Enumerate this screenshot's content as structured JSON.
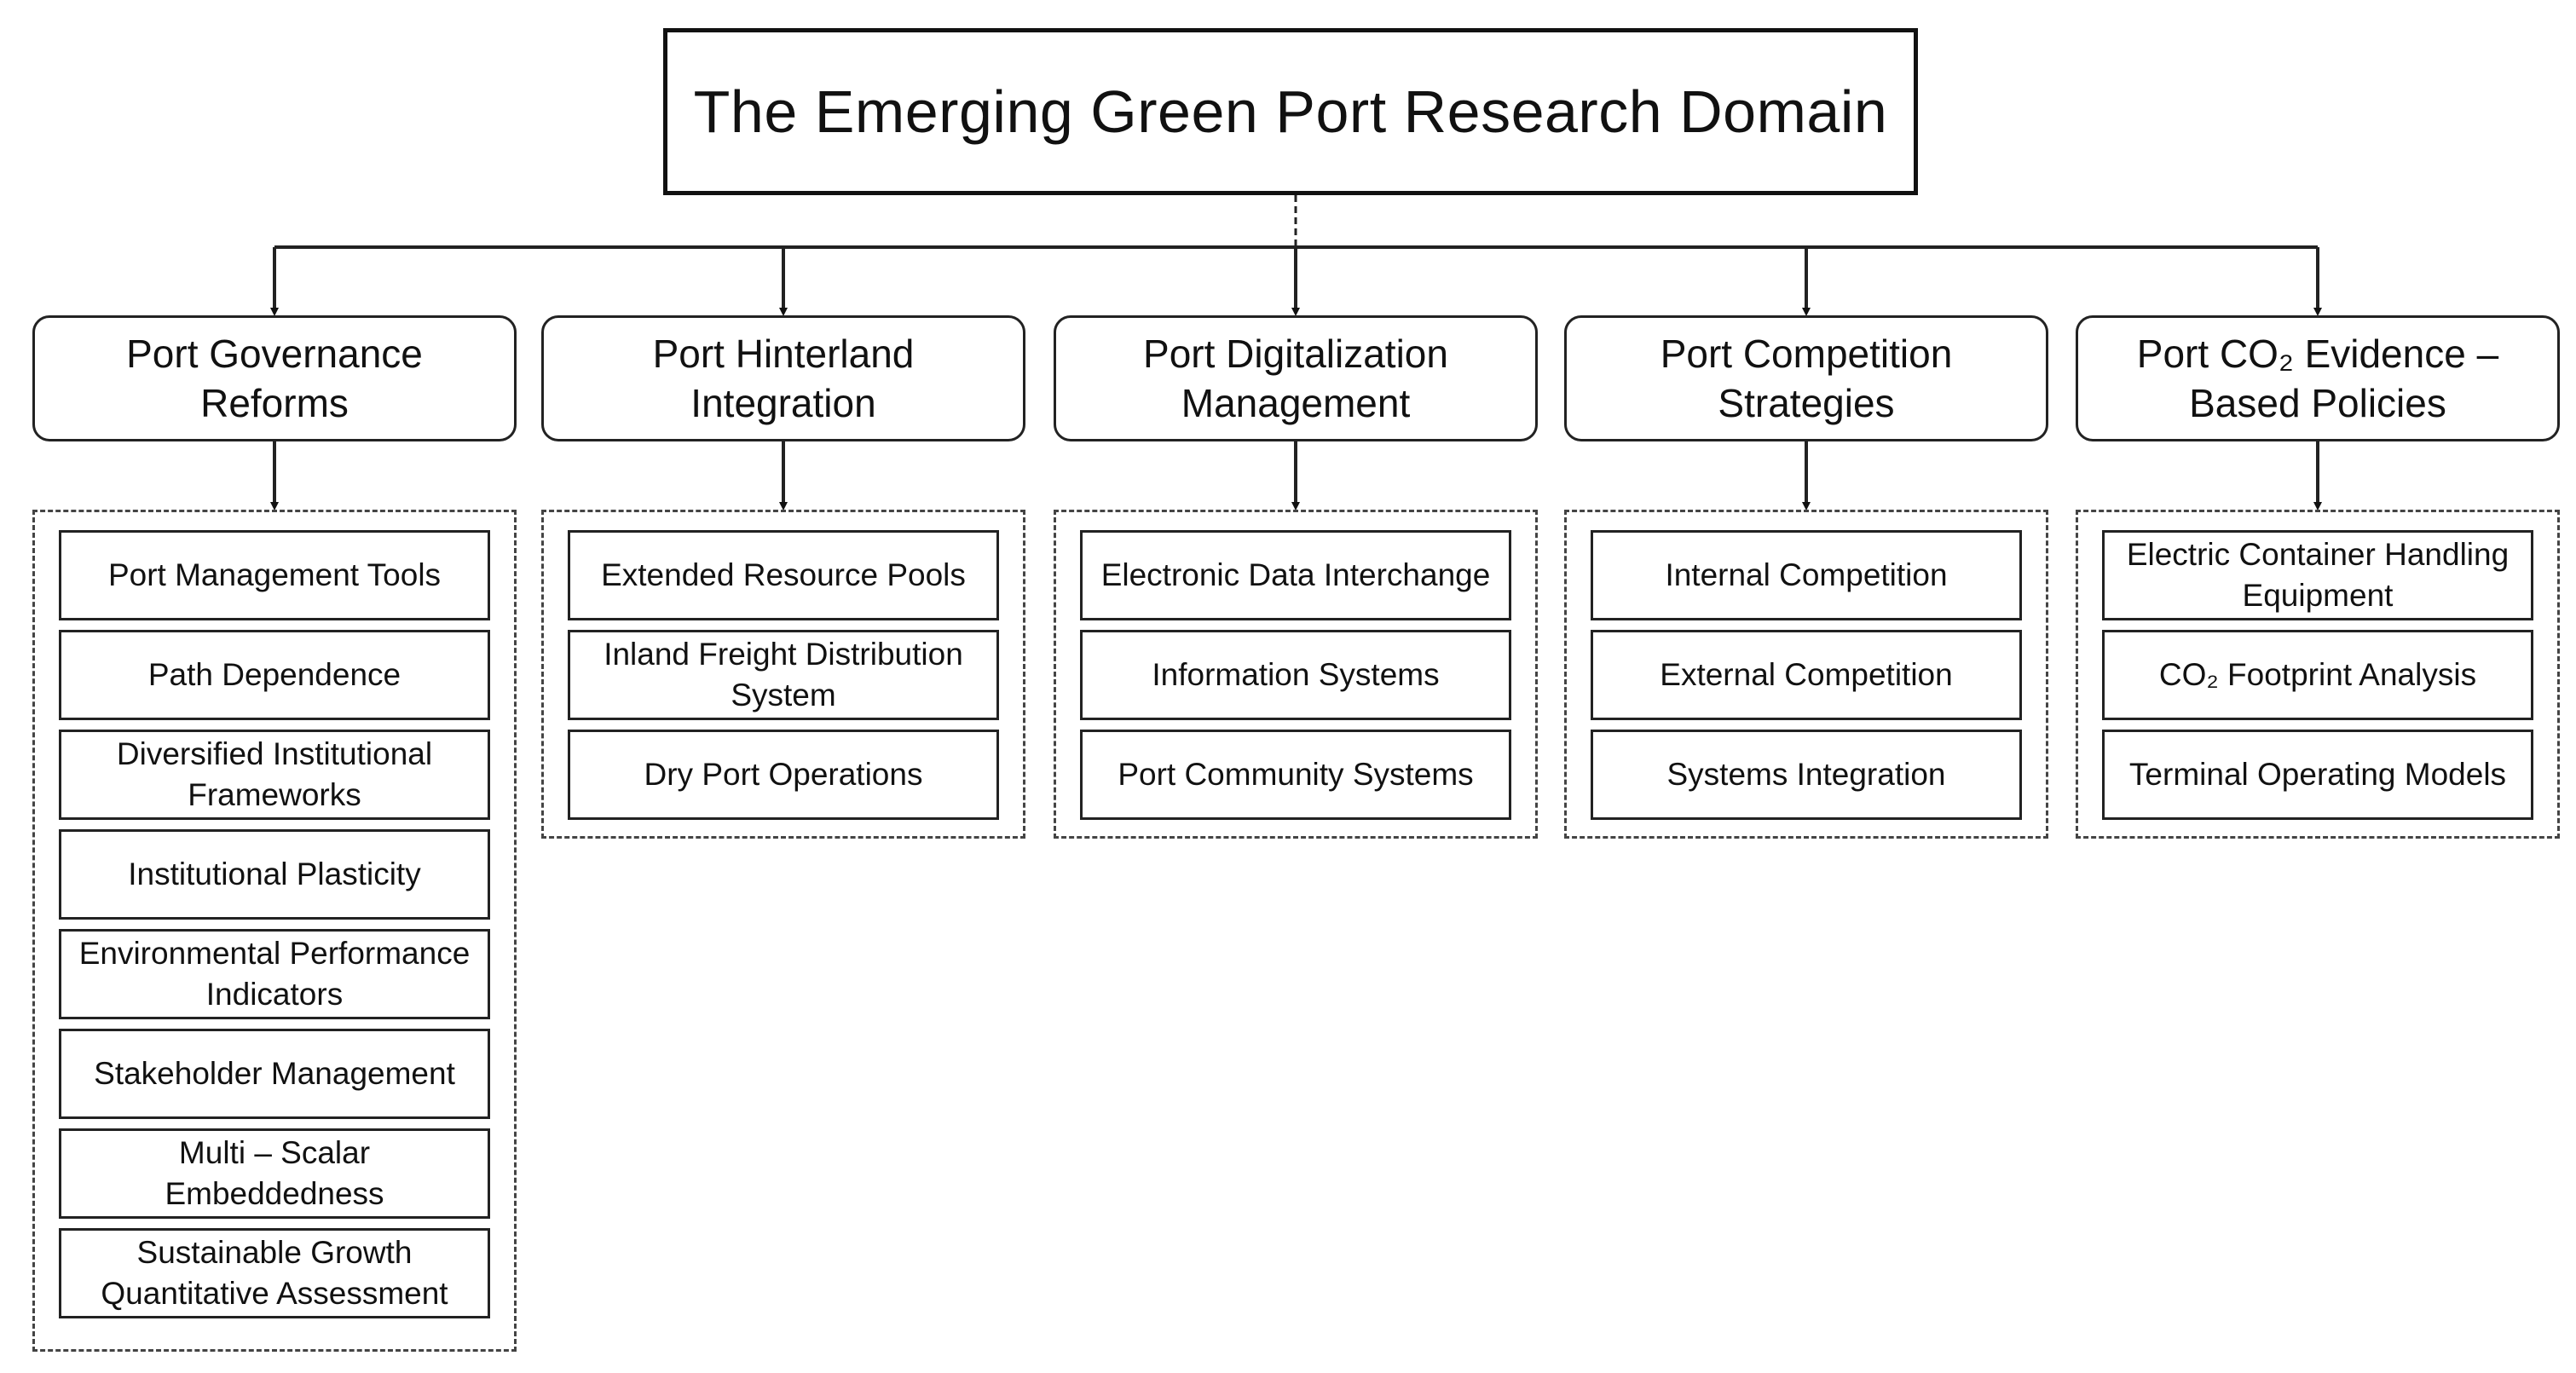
{
  "title": "The Emerging Green Port Research Domain",
  "categories": [
    {
      "name_line1": "Port Governance",
      "name_line2": "Reforms",
      "items": [
        "Port Management Tools",
        "Path Dependence",
        "Diversified Institutional Frameworks",
        "Institutional Plasticity",
        "Environmental Performance Indicators",
        "Stakeholder Management",
        "Multi – Scalar Embeddedness",
        "Sustainable Growth Quantitative Assessment"
      ]
    },
    {
      "name_line1": "Port Hinterland",
      "name_line2": "Integration",
      "items": [
        "Extended Resource Pools",
        "Inland Freight Distribution System",
        "Dry Port Operations"
      ]
    },
    {
      "name_line1": "Port Digitalization",
      "name_line2": "Management",
      "items": [
        "Electronic Data Interchange",
        "Information Systems",
        "Port Community Systems"
      ]
    },
    {
      "name_line1": "Port Competition",
      "name_line2": "Strategies",
      "items": [
        "Internal Competition",
        "External Competition",
        "Systems Integration"
      ]
    },
    {
      "name_line1": "Port CO₂ Evidence –",
      "name_line2": "Based Policies",
      "items": [
        "Electric Container Handling Equipment",
        "CO₂ Footprint Analysis",
        "Terminal Operating Models"
      ]
    }
  ]
}
